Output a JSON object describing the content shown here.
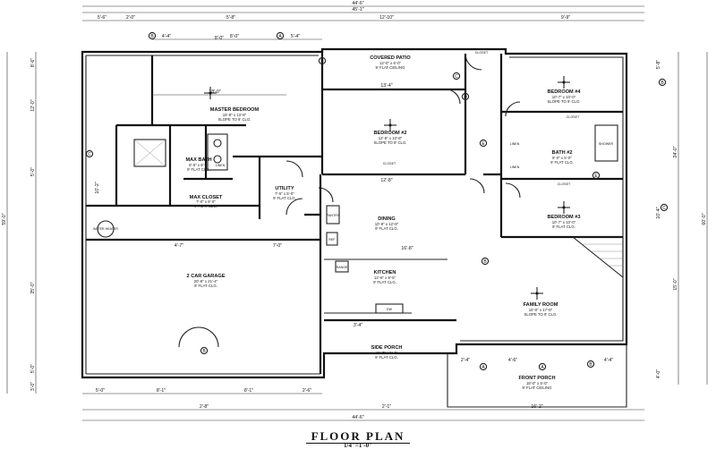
{
  "drawing": {
    "title": "FLOOR PLAN",
    "scale": "1/4\"=1'-0\""
  },
  "rooms": {
    "master_bedroom": {
      "name": "MASTER BEDROOM",
      "size": "15'-8\" x 13'-8\"",
      "ceiling": "SLOPE TO 9' CLG."
    },
    "max_bath": {
      "name": "MAX BATH",
      "size": "8'-5\" x 8'-4\"",
      "ceiling": "9' FLAT CLG."
    },
    "max_closet": {
      "name": "MAX CLOSET",
      "size": "7'-0\" x 6'-0\"",
      "ceiling": "9' FLAT CLG."
    },
    "utility": {
      "name": "UTILITY",
      "size": "7'-5\" x 5'-0\"",
      "ceiling": "9' FLAT CLG."
    },
    "covered_patio": {
      "name": "COVERED PATIO",
      "size": "12'-0\" x 6'-0\"",
      "ceiling": "9' FLAT CEILING"
    },
    "bedroom_2": {
      "name": "BEDROOM #2",
      "size": "12'-9\" x 10'-8\"",
      "ceiling": "SLOPE TO 9' CLG."
    },
    "bedroom_3": {
      "name": "BEDROOM #3",
      "size": "10'-7\" x 10'-0\"",
      "ceiling": "9' FLAT CLG."
    },
    "bedroom_4": {
      "name": "BEDROOM #4",
      "size": "10'-7\" x 10'-0\"",
      "ceiling": "SLOPE TO 9' CLG."
    },
    "bath_2": {
      "name": "BATH #2",
      "size": "8'-0\" x 5'-0\"",
      "ceiling": "9' FLAT CLG."
    },
    "dining": {
      "name": "DINING",
      "size": "10'-8\" x 12'-8\"",
      "ceiling": "9' FLAT CLG."
    },
    "kitchen": {
      "name": "KITCHEN",
      "size": "12'-6\" x 9'-5\"",
      "ceiling": "9' FLAT CLG."
    },
    "family_room": {
      "name": "FAMILY ROOM",
      "size": "16'-0\" x 17'-8\"",
      "ceiling": "SLOPE TO 9' CLG."
    },
    "garage": {
      "name": "2 CAR GARAGE",
      "size": "20'-8\" x 21'-4\"",
      "ceiling": "9' FLAT CLG."
    },
    "side_porch": {
      "name": "SIDE PORCH",
      "size": "11'-7\" x 6'-4\"",
      "ceiling": "9' FLAT CLG."
    },
    "front_porch": {
      "name": "FRONT PORCH",
      "size": "18'-0\" x 6'-0\"",
      "ceiling": "9' FLAT CEILING"
    }
  },
  "fixtures": {
    "closet": "CLOSET",
    "linen": "LINEN",
    "pantry": "PANTRY",
    "shower": "SHOWER",
    "water_heater": "WATER HEATER",
    "refrigerator": "REF",
    "range": "RANGE",
    "dishwasher": "DW"
  },
  "dimensions": {
    "top": {
      "overall_outer": "44'-6\"",
      "overall_inner": "45'-1\"",
      "row1": [
        "5'-6\"",
        "2'-0\"",
        "5'-8\"",
        "12'-10\"",
        "9'-9\""
      ],
      "row2": [
        "4'-4\"",
        "8'-0\"",
        "5'-4\""
      ]
    },
    "bottom": {
      "row1": [
        "5'-0\"",
        "8'-1\"",
        "8'-1\"",
        "2'-6\""
      ],
      "row2": [
        "2'-8\"",
        "2'-1\"",
        "16'-2\""
      ],
      "overall": "44'-6\""
    },
    "left": [
      "8'-6\"",
      "12'-0\"",
      "5'-0\"",
      "10'-2\"",
      "25'-0\"",
      "5'-0\"",
      "3'-0\""
    ],
    "left_overall": "59'-0\"",
    "right": [
      "5'-8\"",
      "24'-0\"",
      "10'-4\"",
      "15'-0\"",
      "4'-0\""
    ],
    "right_overall": "60'-0\"",
    "interior": [
      "18'-0\"",
      "13'-4\"",
      "12'-8\"",
      "4'-7\"",
      "7'-0\"",
      "16'-8\"",
      "2'-4\"",
      "4'-6\"",
      "4'-4\"",
      "3'-4\"",
      "8'-0\""
    ]
  },
  "grid_markers": {
    "top": [
      "B",
      "A",
      "B",
      "C",
      "D",
      "E"
    ],
    "left": [
      "C",
      "B"
    ],
    "right": [
      "B",
      "C",
      "E"
    ],
    "bottom": [
      "A",
      "A",
      "B",
      "B"
    ]
  }
}
